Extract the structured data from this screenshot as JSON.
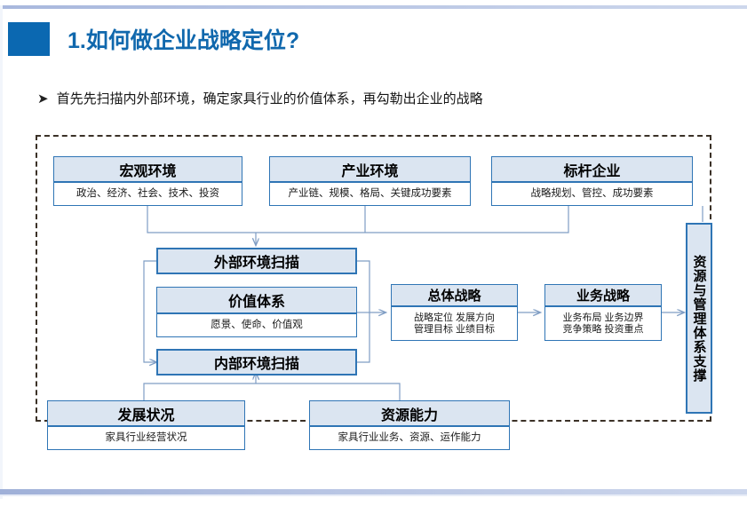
{
  "slide": {
    "title": "1.如何做企业战略定位?",
    "bullet_marker": "➤",
    "bullet_text": "首先先扫描内外部环境，确定家具行业的价值体系，再勾勒出企业的战略",
    "accent_color": "#0b68b1",
    "title_color": "#1068ad",
    "box_border_color": "#2f75b5",
    "box_header_fill": "#dbe5f1",
    "frame_color": "#3b3127"
  },
  "diagram": {
    "nodes": {
      "macro_env": {
        "title": "宏观环境",
        "detail": "政治、经济、社会、技术、投资"
      },
      "industry_env": {
        "title": "产业环境",
        "detail": "产业链、规模、格局、关键成功要素"
      },
      "benchmark": {
        "title": "标杆企业",
        "detail": "战略规划、管控、成功要素"
      },
      "external_scan": {
        "title": "外部环境扫描"
      },
      "value_system": {
        "title": "价值体系",
        "detail": "愿景、使命、价值观"
      },
      "internal_scan": {
        "title": "内部环境扫描"
      },
      "overall_strategy": {
        "title": "总体战略",
        "detail_line1": "战略定位  发展方向",
        "detail_line2": "管理目标  业绩目标"
      },
      "business_strategy": {
        "title": "业务战略",
        "detail_line1": "业务布局  业务边界",
        "detail_line2": "竞争策略  投资重点"
      },
      "development_status": {
        "title": "发展状况",
        "detail": "家具行业经营状况"
      },
      "resource_capability": {
        "title": "资源能力",
        "detail": "家具行业业务、资源、运作能力"
      },
      "support_system": {
        "title": "资源与管理体系支撑"
      }
    }
  }
}
